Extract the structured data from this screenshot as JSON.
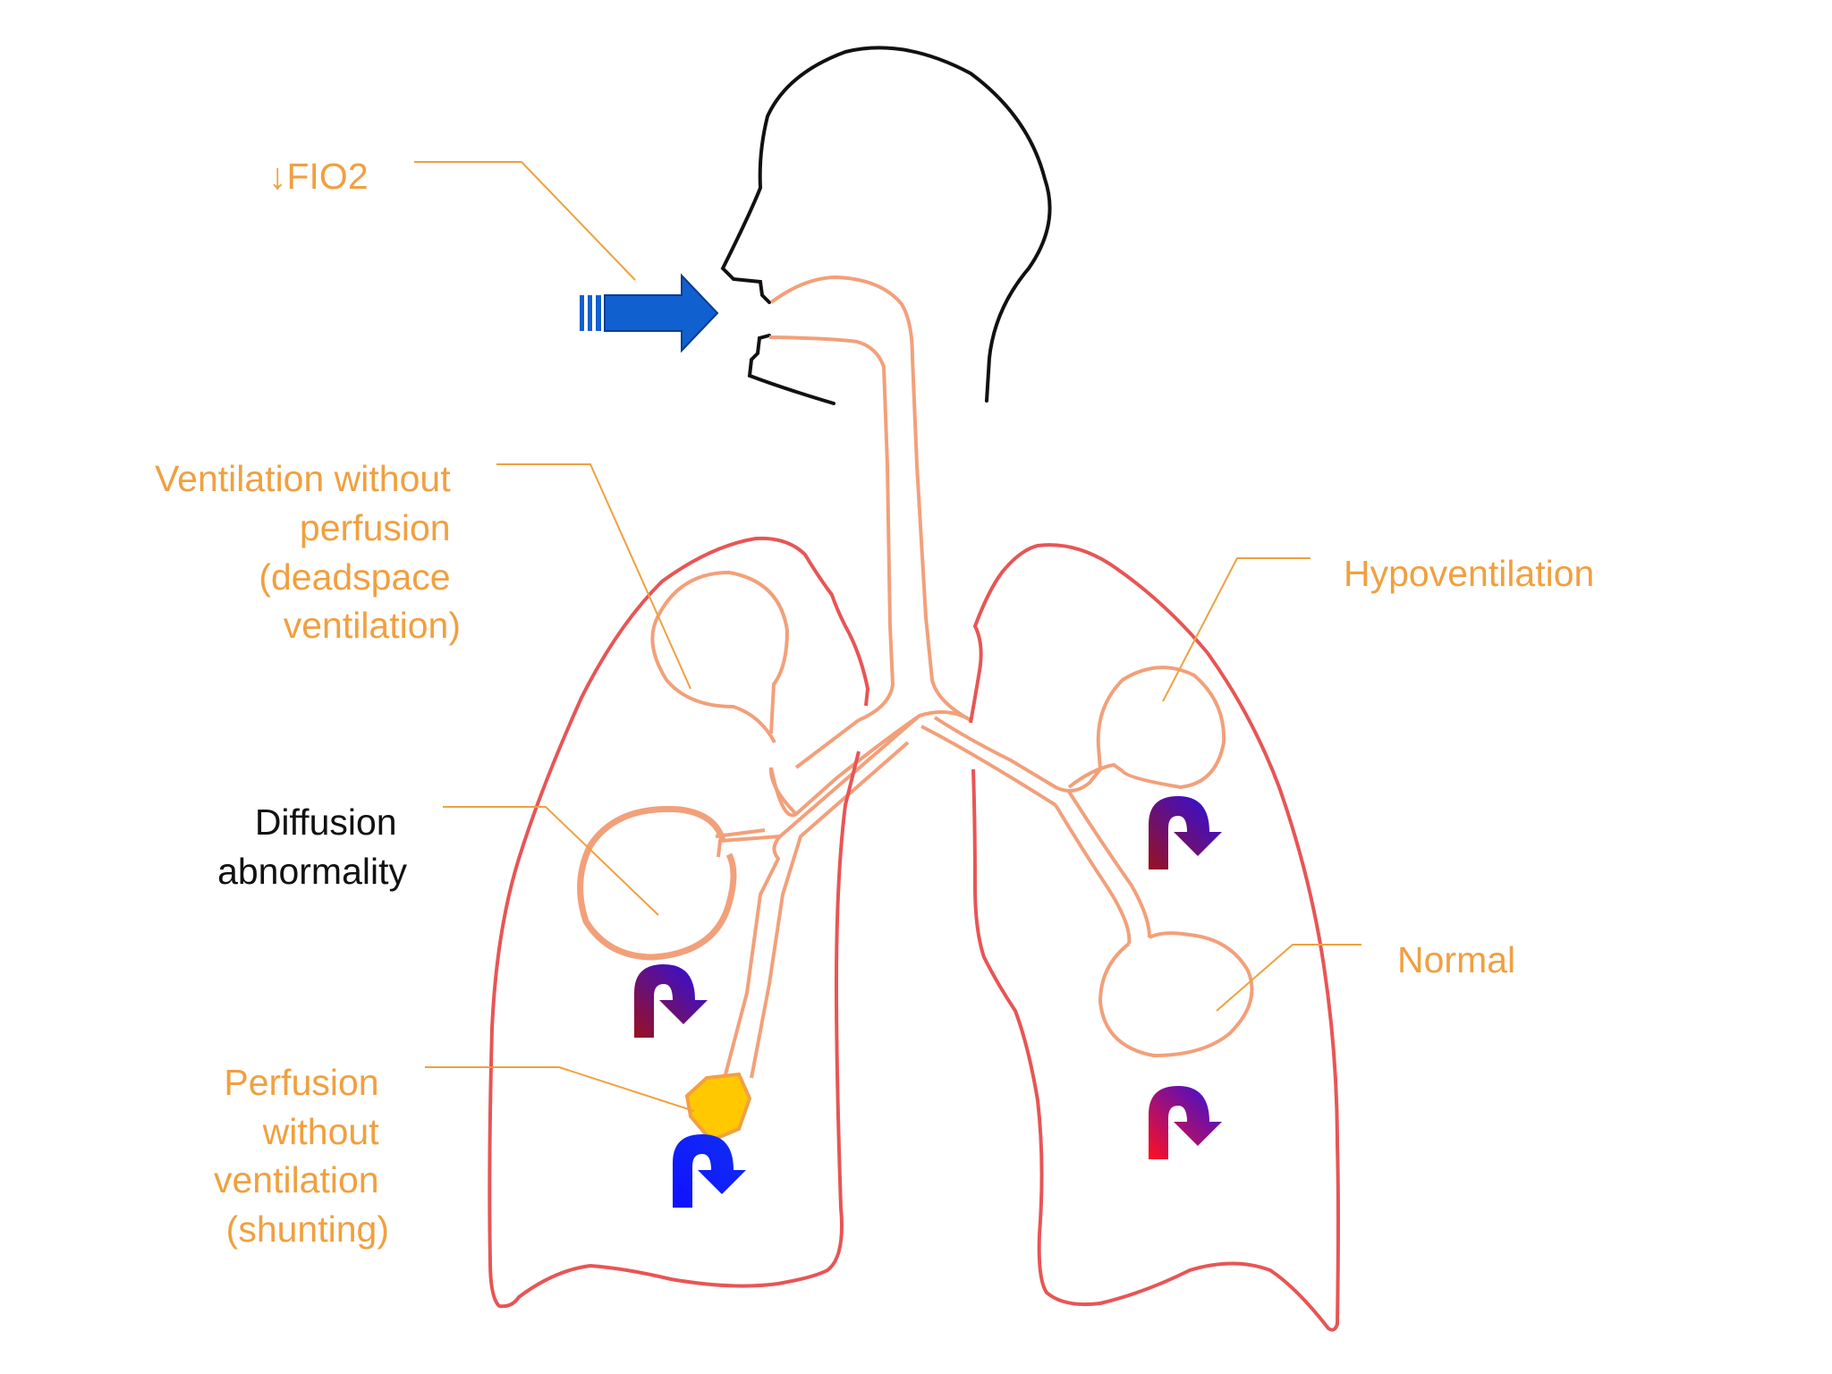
{
  "labels": {
    "fio2": {
      "arrow": "↓",
      "text": "FIO2"
    },
    "dead_space": [
      "Ventilation without",
      "perfusion",
      "(deadspace",
      "ventilation)"
    ],
    "diffusion": [
      "Diffusion",
      "abnormality"
    ],
    "shunt": [
      "Perfusion",
      "without",
      "ventilation",
      "(shunting)"
    ],
    "hypoventilation": "Hypoventilation",
    "normal": "Normal"
  },
  "colors": {
    "label_orange": "#F0A040",
    "label_black": "#111111",
    "airway": "#F2A07A",
    "lung_outline": "#E85555",
    "head_outline": "#111111",
    "inflow_arrow": "#1060D0",
    "blood_arrow_blue": "#1010FF",
    "blood_arrow_red": "#E01020",
    "blood_arrow_dark_red": "#8B1020",
    "shunt_block": "#FFC800"
  },
  "icons": {
    "inflow": "inspired-air-arrow-icon",
    "blood": "blood-flow-arrow-icon",
    "blockage": "airway-block-icon"
  }
}
